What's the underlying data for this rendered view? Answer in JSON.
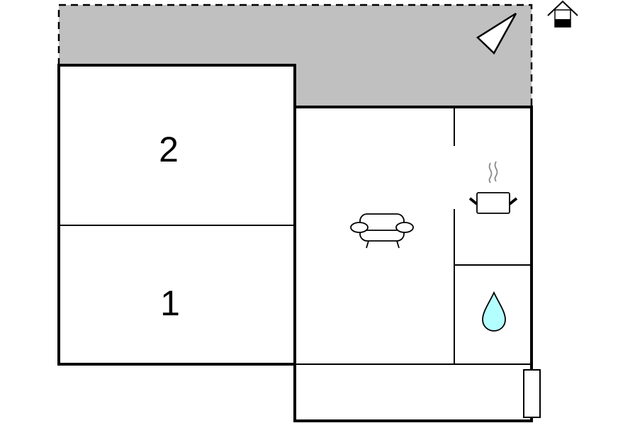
{
  "rooms": [
    {
      "label": "2",
      "type": "bedroom"
    },
    {
      "label": "1",
      "type": "bedroom"
    }
  ],
  "icons": [
    "compass-arrow-icon",
    "house-icon",
    "sofa-icon",
    "cooking-pot-icon",
    "water-drop-icon",
    "door-icon"
  ],
  "colors": {
    "terrace": "#c0c0c0",
    "water": "#b3ffff",
    "wall": "#000000"
  }
}
